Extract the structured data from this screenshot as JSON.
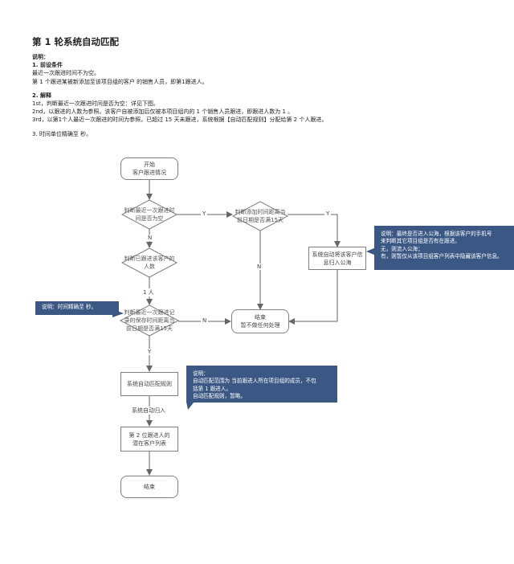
{
  "title": "第 1 轮系统自动匹配",
  "notes": {
    "heading": "说明：",
    "s1_title": "1. 前设条件",
    "s1_line1": "最近一次跟进时间不为空。",
    "s1_line2": "第 1 个跟进某被新添加至该项目组的客户 的销售人员，即第1跟进人。",
    "s2_title": "2. 解释",
    "s2_line1": "1st，判断最近一次跟进时间是否为空：详见下图。",
    "s2_line2": "2nd，以跟进的人数为参照。该客户自被添加后仅被本项目组内的 1 个销售人员跟进，即跟进人数为 1 。",
    "s2_line3": "3rd，以第1个人最近一次跟进的时间为参照，已超过 15 天未跟进，系统根据【自动匹配规则】分配给第 2 个人跟进。",
    "s3_line1": "3. 时间单位精确至 秒。"
  },
  "flow": {
    "start": "开始\n客户跟进情况",
    "d1": "判断最近一次跟进时\n间是否为空",
    "d2": "判断添加时间距离当\n前日期是否满15天",
    "d3": "判断已跟进该客户的\n人数",
    "d4": "判断最近一次跟进记\n录的保存时间距离当\n前日期是否满15天",
    "p_public": "系统自动将该客户信\n息归入公海",
    "end_noop": "结束\n暂不做任何处理",
    "p_match": "系统自动匹配规则",
    "p_pool": "第 2 位跟进人的\n潜在客户列表",
    "end": "结束",
    "lbl_y1": "Y",
    "lbl_y2": "Y",
    "lbl_n1": "N",
    "lbl_n2": "N",
    "lbl_n3": "N",
    "lbl_1p": "1 人",
    "lbl_y3": "Y",
    "lbl_auto": "系统自动归入"
  },
  "callouts": {
    "c1": "说明：时间精确至 秒。",
    "c2": "说明：最终是否进入公海，根据该客户的手机号\n来判断其它项目组是否有在跟进。\n无，则流入公海；\n有，则暂仅从该项目组客户列表中隐藏该客户信息。",
    "c3": "说明：\n自动匹配范围为 当前跟进人所在项目组的成员，不包\n括第 1 跟进人。\n自动匹配规则，暂略。"
  },
  "colors": {
    "callout_bg": "#3b5884",
    "line": "#666666",
    "border": "#7f7f7f"
  }
}
